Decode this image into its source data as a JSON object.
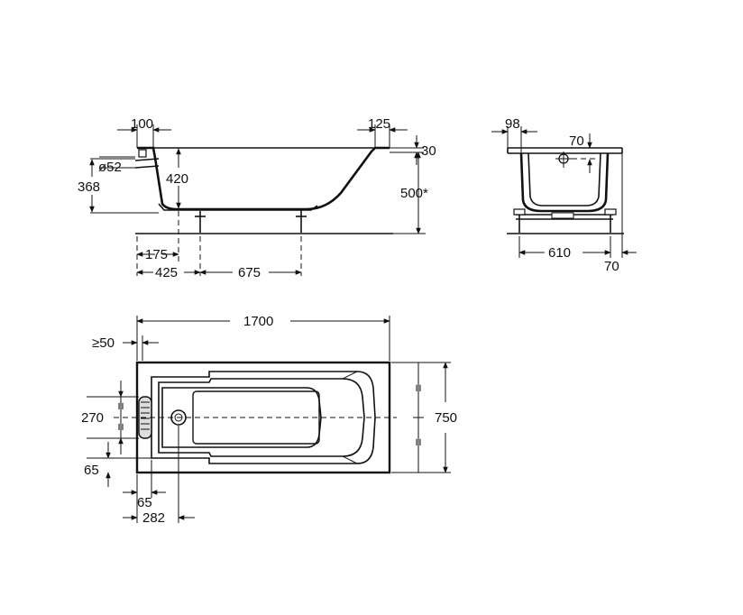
{
  "side_view": {
    "dim_rim_left": "100",
    "dim_rim_right": "125",
    "dim_top_offset": "30",
    "dim_drain_dia": "ø52",
    "dim_drain_height": "368",
    "dim_inner_depth": "420",
    "dim_total_height": "500*",
    "dim_leg_to_drain": "175",
    "dim_leg_from_end": "425",
    "dim_leg_spacing": "675"
  },
  "end_view": {
    "dim_rim_width": "98",
    "dim_drop": "70",
    "dim_leg_width": "610",
    "dim_leg_offset": "70"
  },
  "plan_view": {
    "dim_length": "1700",
    "dim_min_clearance": "≥50",
    "dim_overflow_spacing": "270",
    "dim_width": "750",
    "dim_equal_mark": "=",
    "dim_edge_bottom": "65",
    "dim_drain_side": "65",
    "dim_drain_from_end": "282"
  }
}
